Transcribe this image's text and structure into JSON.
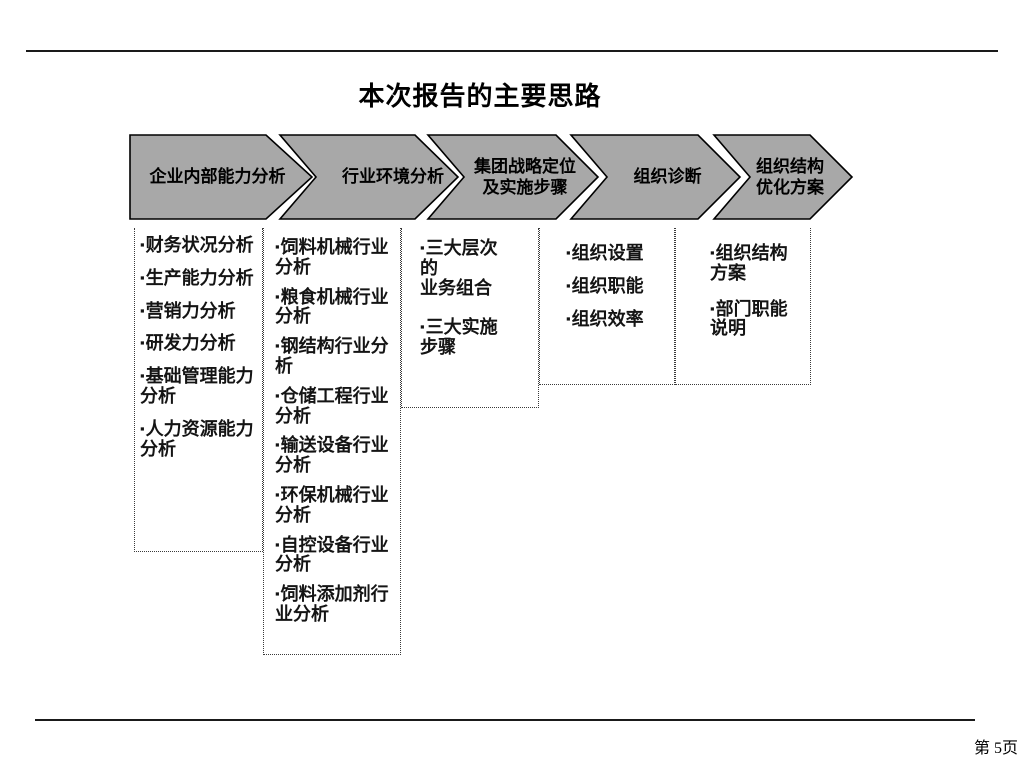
{
  "page": {
    "title": "本次报告的主要思路",
    "page_number": "第 5页"
  },
  "icons": {
    "bullet": "▪"
  },
  "colors": {
    "chevron_fill": "#a8a8a8",
    "chevron_stroke": "#000000"
  },
  "chevrons": [
    {
      "line1": "企业内部能力分析"
    },
    {
      "line1": "行业环境分析"
    },
    {
      "line1": "集团战略定位",
      "line2": "及实施步骤"
    },
    {
      "line1": "组织诊断"
    },
    {
      "line1": "组织结构",
      "line2": "优化方案"
    }
  ],
  "columns": [
    {
      "items": [
        "财务状况分析",
        "生产能力分析",
        "营销力分析",
        "研发力分析",
        "基础管理能力\n分析",
        "人力资源能力\n分析"
      ]
    },
    {
      "items": [
        "饲料机械行业\n分析",
        "粮食机械行业\n分析",
        "钢结构行业分\n析",
        "仓储工程行业\n分析",
        "输送设备行业\n分析",
        "环保机械行业\n分析",
        "自控设备行业\n分析",
        "饲料添加剂行\n业分析"
      ]
    },
    {
      "items": [
        "三大层次的\n业务组合",
        "三大实施\n步骤"
      ]
    },
    {
      "items": [
        "组织设置",
        "组织职能",
        "组织效率"
      ]
    },
    {
      "items": [
        "组织结构\n方案",
        "部门职能\n说明"
      ]
    }
  ]
}
